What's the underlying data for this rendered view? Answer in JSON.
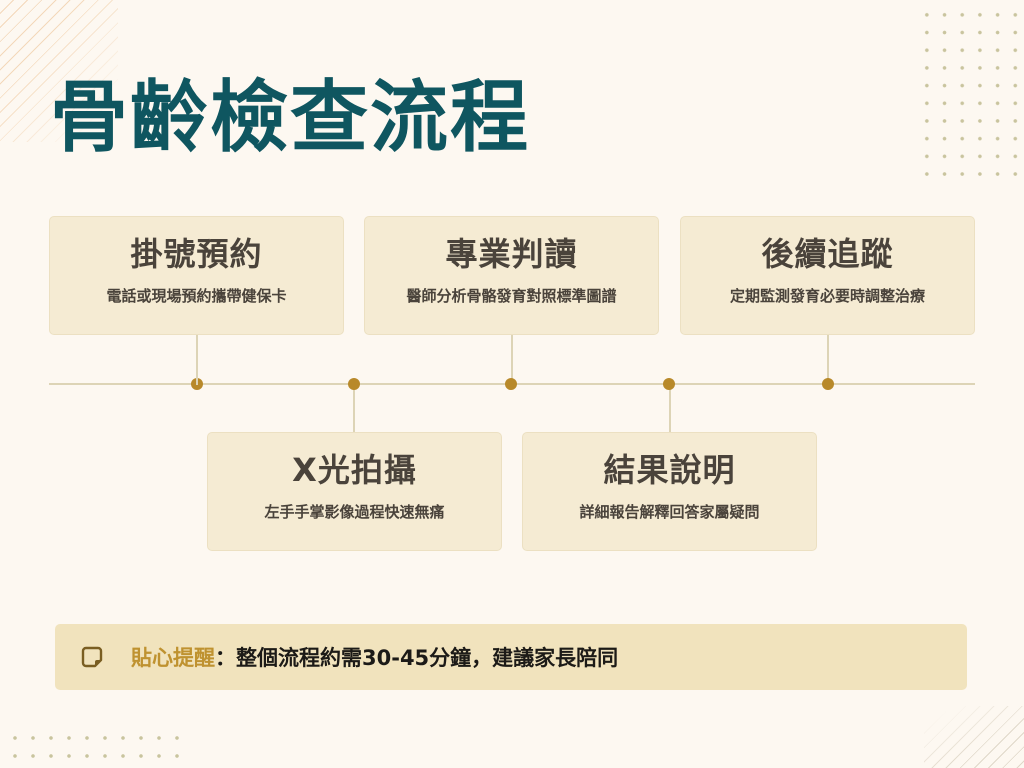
{
  "title": "骨齡檢查流程",
  "steps": [
    {
      "title": "掛號預約",
      "description": "電話或現場預約攜帶健保卡"
    },
    {
      "title": "X光拍攝",
      "description": "左手手掌影像過程快速無痛"
    },
    {
      "title": "專業判讀",
      "description": "醫師分析骨骼發育對照標準圖譜"
    },
    {
      "title": "結果說明",
      "description": "詳細報告解釋回答家屬疑問"
    },
    {
      "title": "後續追蹤",
      "description": "定期監測發育必要時調整治療"
    }
  ],
  "tip": {
    "icon": "sticky-note-icon",
    "label": "貼心提醒",
    "separator": "：",
    "text": "整個流程約需30-45分鐘，建議家長陪同"
  },
  "colors": {
    "background": "#fdf8f1",
    "title": "#0f5660",
    "card_bg": "#f5ebd3",
    "card_text": "#4a433b",
    "timeline_line": "#ddd4b6",
    "timeline_dot": "#b8892a",
    "tip_bg": "#f1e3bd",
    "tip_label": "#bf9230"
  }
}
